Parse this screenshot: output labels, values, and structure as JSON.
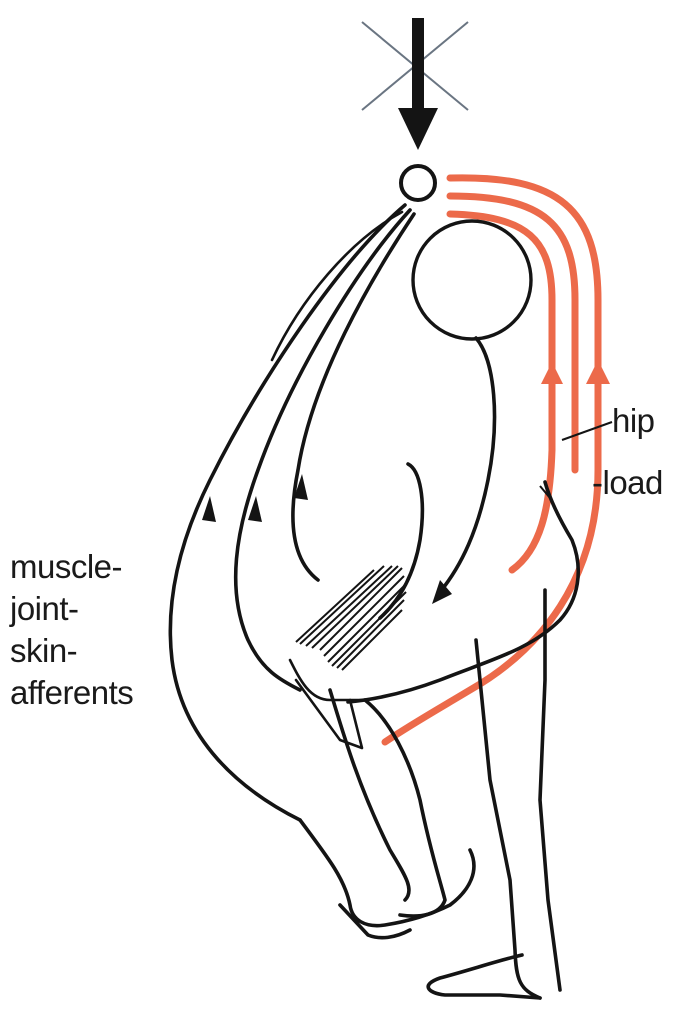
{
  "labels": {
    "hip": "hip",
    "load": "-load",
    "afferents_line1": "muscle-",
    "afferents_line2": "joint-",
    "afferents_line3": "skin-",
    "afferents_line4": "afferents"
  },
  "colors": {
    "ink": "#141414",
    "afferent_red": "#ec6a4a",
    "background": "#ffffff"
  },
  "icons": {
    "descending": "down-arrow-icon",
    "negated": "x-cross-icon",
    "spinal_centre": "circle-node-icon"
  }
}
